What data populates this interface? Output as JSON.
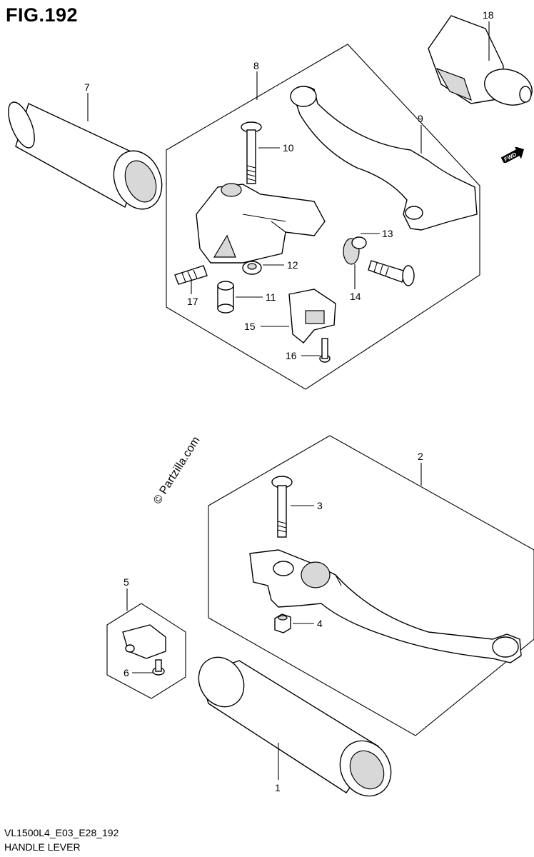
{
  "figure": {
    "title": "FIG.192",
    "model_code": "VL1500L4_E03_E28_192",
    "name": "HANDLE LEVER"
  },
  "watermark": "© Partzilla.com",
  "direction_badge": "FWD",
  "callouts": [
    "1",
    "2",
    "3",
    "4",
    "5",
    "6",
    "7",
    "8",
    "9",
    "10",
    "11",
    "12",
    "13",
    "14",
    "15",
    "16",
    "17",
    "18"
  ]
}
